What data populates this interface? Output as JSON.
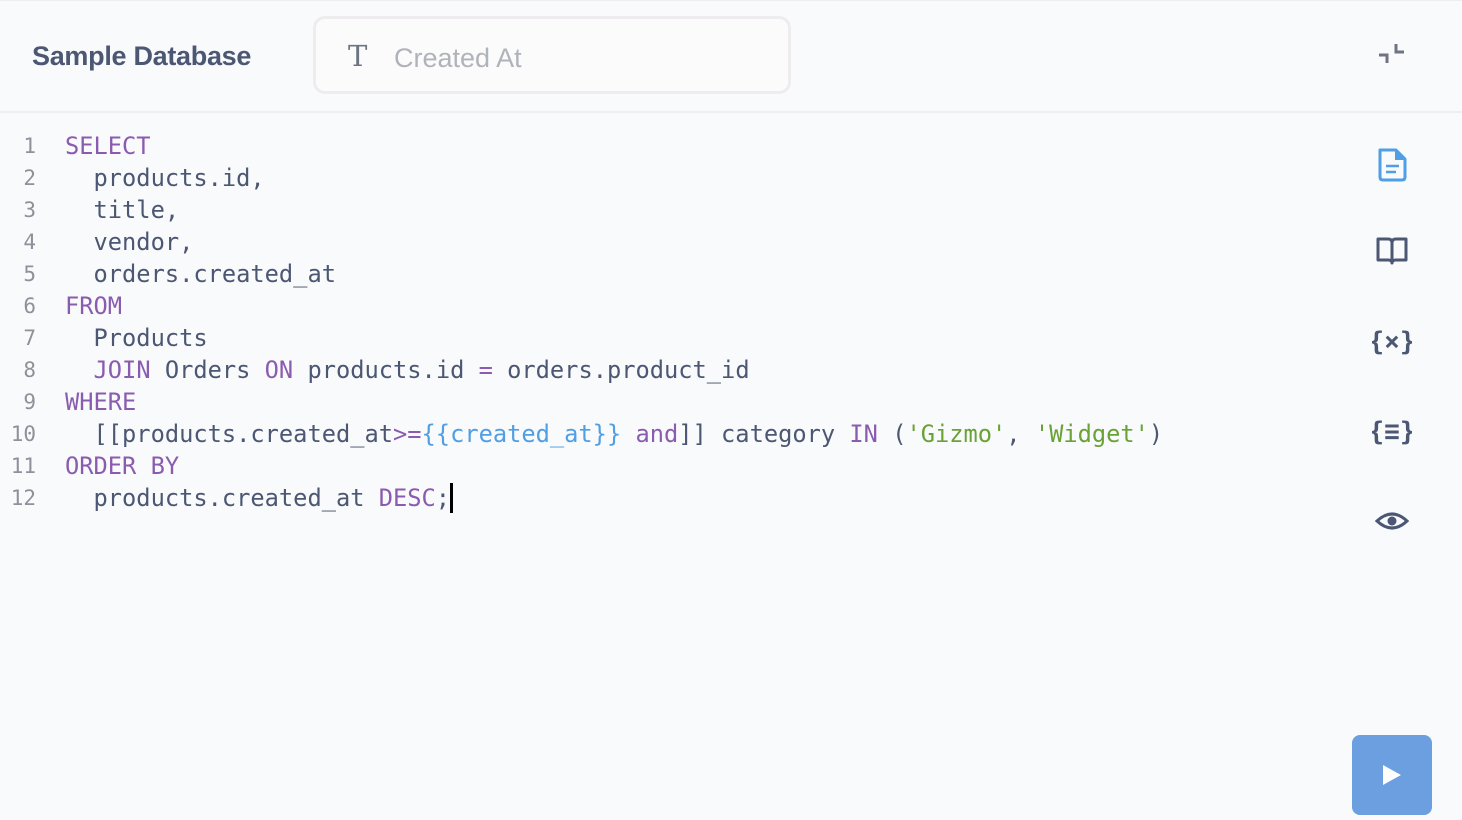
{
  "header": {
    "database_name": "Sample Database",
    "parameter_widget": {
      "type_icon": "text-type-icon",
      "placeholder": "Created At"
    },
    "collapse_icon": "collapse-icon"
  },
  "editor": {
    "lines": [
      {
        "number": "1",
        "tokens": [
          {
            "t": "SELECT",
            "k": "kw"
          }
        ]
      },
      {
        "number": "2",
        "tokens": [
          {
            "t": "  products.id,",
            "k": "plain"
          }
        ]
      },
      {
        "number": "3",
        "tokens": [
          {
            "t": "  title,",
            "k": "plain"
          }
        ]
      },
      {
        "number": "4",
        "tokens": [
          {
            "t": "  vendor,",
            "k": "plain"
          }
        ]
      },
      {
        "number": "5",
        "tokens": [
          {
            "t": "  orders.created_at",
            "k": "plain"
          }
        ]
      },
      {
        "number": "6",
        "tokens": [
          {
            "t": "FROM",
            "k": "kw"
          }
        ]
      },
      {
        "number": "7",
        "tokens": [
          {
            "t": "  Products",
            "k": "plain"
          }
        ]
      },
      {
        "number": "8",
        "tokens": [
          {
            "t": "  ",
            "k": "plain"
          },
          {
            "t": "JOIN",
            "k": "kw"
          },
          {
            "t": " Orders ",
            "k": "plain"
          },
          {
            "t": "ON",
            "k": "kw"
          },
          {
            "t": " products.id ",
            "k": "plain"
          },
          {
            "t": "=",
            "k": "kw"
          },
          {
            "t": " orders.product_id",
            "k": "plain"
          }
        ]
      },
      {
        "number": "9",
        "tokens": [
          {
            "t": "WHERE",
            "k": "kw"
          }
        ]
      },
      {
        "number": "10",
        "tokens": [
          {
            "t": "  [[products.created_at",
            "k": "plain"
          },
          {
            "t": ">=",
            "k": "kw"
          },
          {
            "t": "{{created_at}}",
            "k": "var"
          },
          {
            "t": " ",
            "k": "plain"
          },
          {
            "t": "and",
            "k": "kw"
          },
          {
            "t": "]] category ",
            "k": "plain"
          },
          {
            "t": "IN",
            "k": "kw"
          },
          {
            "t": " (",
            "k": "plain"
          },
          {
            "t": "'Gizmo'",
            "k": "str"
          },
          {
            "t": ", ",
            "k": "plain"
          },
          {
            "t": "'Widget'",
            "k": "str"
          },
          {
            "t": ")",
            "k": "plain"
          }
        ]
      },
      {
        "number": "11",
        "tokens": [
          {
            "t": "ORDER BY",
            "k": "kw"
          }
        ]
      },
      {
        "number": "12",
        "tokens": [
          {
            "t": "  products.created_at ",
            "k": "plain"
          },
          {
            "t": "DESC",
            "k": "kw"
          },
          {
            "t": ";",
            "k": "plain"
          }
        ]
      }
    ]
  },
  "sidebar": {
    "icons": [
      "data-reference-icon",
      "snippets-book-icon",
      "variables-icon",
      "snippet-format-icon",
      "preview-query-icon"
    ]
  },
  "run_button": {
    "icon": "play-icon"
  },
  "colors": {
    "keyword": "#8a5cb0",
    "variable": "#509ee3",
    "string": "#6aa236",
    "accent": "#509ee3",
    "run_button": "#6b9fe0"
  }
}
